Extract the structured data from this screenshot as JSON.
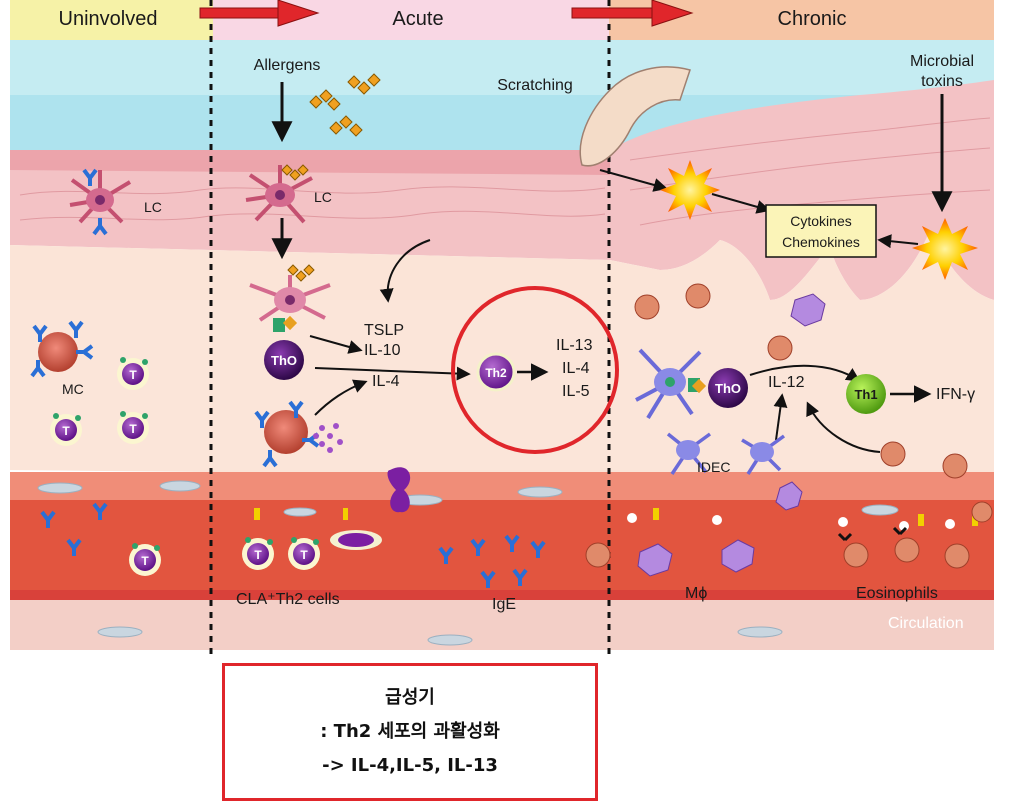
{
  "stages": {
    "uninvolved": "Uninvolved",
    "acute": "Acute",
    "chronic": "Chronic"
  },
  "labels": {
    "allergens": "Allergens",
    "scratching": "Scratching",
    "microbial_toxins_1": "Microbial",
    "microbial_toxins_2": "toxins",
    "lc": "LC",
    "mc": "MC",
    "tslp": "TSLP",
    "il10": "IL-10",
    "il4": "IL-4",
    "il13_out": "IL-13",
    "il4_out": "IL-4",
    "il5_out": "IL-5",
    "cytokines": "Cytokines",
    "chemokines": "Chemokines",
    "il12": "IL-12",
    "ifn": "IFN-γ",
    "idec": "IDEC",
    "cla_th2": "CLA⁺Th2 cells",
    "ige": "IgE",
    "macrophage": "Mϕ",
    "eosinophils": "Eosinophils",
    "circulation": "Circulation"
  },
  "cells": {
    "t": "T",
    "th0": "ThO",
    "th2": "Th2",
    "th1": "Th1"
  },
  "note": {
    "line1": "급성기",
    "line2": ": Th2 세포의 과활성화",
    "line3": "-> IL-4,IL-5, IL-13"
  },
  "colors": {
    "highlight": "#e0262b",
    "stage_arrow": "#e0262b",
    "t_cell": "#7b1fa2",
    "th0": "#4a1566",
    "th1": "#7ccd1e",
    "ige": "#2a6fd6"
  }
}
